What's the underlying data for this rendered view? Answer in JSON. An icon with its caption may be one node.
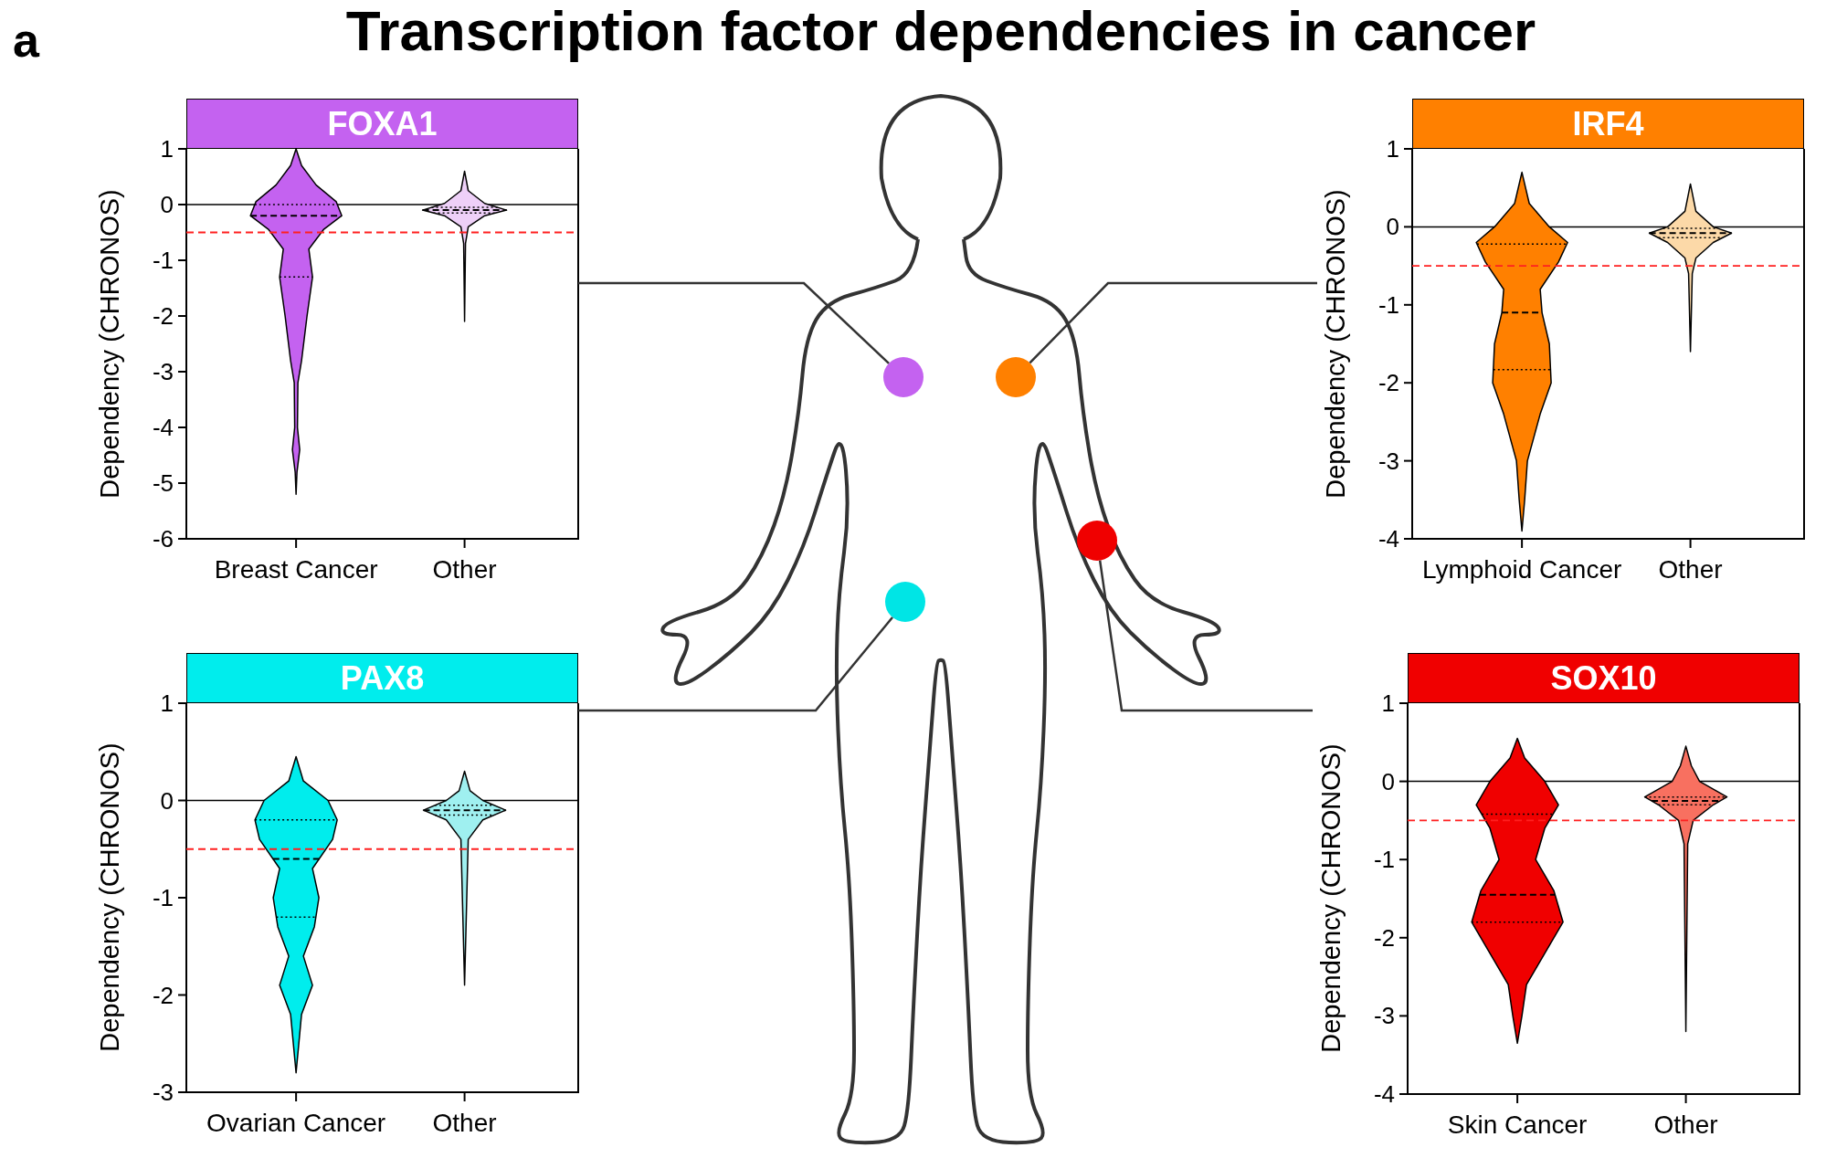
{
  "diagram": {
    "title": "Transcription factor dependencies in cancer",
    "nodes": [
      {
        "text": [
          "FOXA1"
        ]
      },
      {
        "text": [
          "IRF4"
        ]
      },
      {
        "text": [
          "PAX8"
        ]
      },
      {
        "text": [
          "SOX10"
        ]
      },
      {
        "text": [],
        "shape": "person"
      },
      {
        "text": [],
        "shape": "circle",
        "in": 4
      },
      {
        "text": [],
        "shape": "circle",
        "in": 4
      },
      {
        "text": [],
        "shape": "circle",
        "in": 4
      },
      {
        "text": [],
        "shape": "circle",
        "in": 4
      }
    ],
    "edges": [
      {
        "from": 0,
        "to": 5,
        "arrow": "none"
      },
      {
        "from": 1,
        "to": 6,
        "arrow": "none"
      },
      {
        "from": 2,
        "to": 7,
        "arrow": "none"
      },
      {
        "from": 3,
        "to": 8,
        "arrow": "none"
      }
    ],
    "labels": [
      "a",
      "Dependency (CHRONOS)",
      "1",
      "0",
      "-1",
      "-2",
      "-3",
      "-4",
      "-5",
      "-6",
      "Breast Cancer",
      "Other",
      "Dependency (CHRONOS)",
      "1",
      "0",
      "-1",
      "-2",
      "-3",
      "-4",
      "Lymphoid Cancer",
      "Other",
      "Dependency (CHRONOS)",
      "1",
      "0",
      "-1",
      "-2",
      "-3",
      "Ovarian Cancer",
      "Other",
      "Dependency (CHRONOS)",
      "1",
      "0",
      "-1",
      "-2",
      "-3",
      "-4",
      "Skin Cancer",
      "Other"
    ]
  }
}
